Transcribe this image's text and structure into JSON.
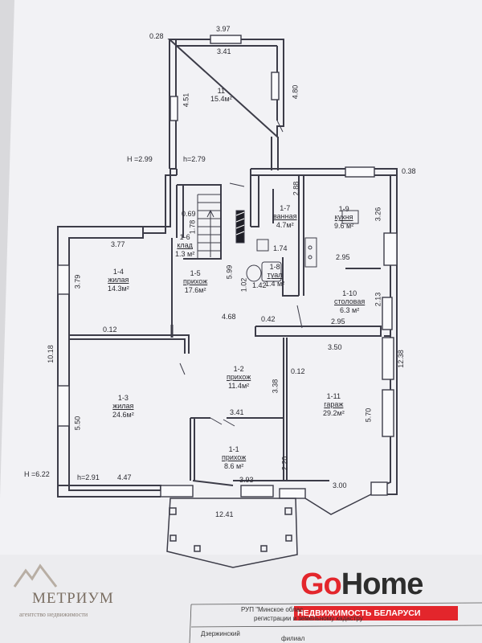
{
  "rooms": [
    {
      "id": "11",
      "area": "15.4м²"
    },
    {
      "id": "1-7",
      "name": "ванная",
      "area": "4.7м²"
    },
    {
      "id": "1-9",
      "name": "кухня",
      "area": "9.6 м²"
    },
    {
      "id": "1-6",
      "name": "клад",
      "area": "1.3 м²"
    },
    {
      "id": "1-4",
      "name": "жилая",
      "area": "14.3м²"
    },
    {
      "id": "1-5",
      "name": "прихож",
      "area": "17.6м²"
    },
    {
      "id": "1-8",
      "name": "туал",
      "area": "1.4 м²"
    },
    {
      "id": "1-10",
      "name": "столовая",
      "area": "6.3 м²"
    },
    {
      "id": "1-2",
      "name": "прихож",
      "area": "11.4м²"
    },
    {
      "id": "1-11",
      "name": "гараж",
      "area": "29.2м²"
    },
    {
      "id": "1-3",
      "name": "жилая",
      "area": "24.6м²"
    },
    {
      "id": "1-1",
      "name": "прихож",
      "area": "8.6 м²"
    }
  ],
  "dimensions": {
    "d397": "3.97",
    "d028": "0.28",
    "d341a": "3.41",
    "d451": "4.51",
    "d480": "4.80",
    "h299": "H =2.99",
    "h279": "h=2.79",
    "d038": "0.38",
    "d288": "2.88",
    "d326": "3.26",
    "d069": "0.69",
    "d178": "1.78",
    "d377": "3.77",
    "d379": "3.79",
    "d174": "1.74",
    "d295a": "2.95",
    "d599": "5.99",
    "d142": "1.42",
    "d102": "1.02",
    "d213": "2.13",
    "d468": "4.68",
    "d042": "0.42",
    "d295b": "2.95",
    "d012a": "0.12",
    "d350": "3.50",
    "d1018": "10.18",
    "d1238": "12.38",
    "d338": "3.38",
    "d012b": "0.12",
    "d550": "5.50",
    "d341b": "3.41",
    "d570": "5.70",
    "h622": "H =6.22",
    "h291": "h=2.91",
    "d447": "4.47",
    "d220": "2.20",
    "d393": "3.93",
    "d300": "3.00",
    "d1241": "12.41"
  },
  "branding": {
    "metrium_name": "МЕТРИУМ",
    "metrium_sub": "агентство недвижимости",
    "gohome_go": "Go",
    "gohome_home": "Home",
    "gohome_tag": "НЕДВИЖИМОСТЬ БЕЛАРУСИ"
  },
  "stamp": {
    "line1": "РУП \"Минское облас",
    "line2": "регистрации и земельному кадастру",
    "line3": "Дзержинский",
    "line4": "филиал"
  }
}
